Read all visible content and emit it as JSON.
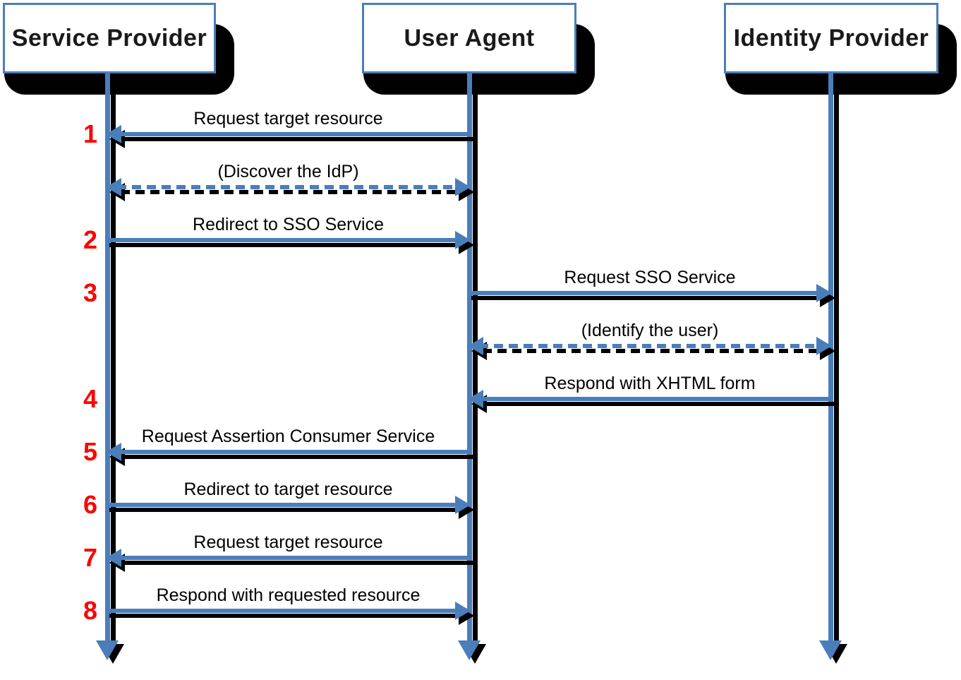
{
  "diagram": {
    "type": "sequence-diagram",
    "actors": [
      {
        "id": "sp",
        "label": "Service Provider"
      },
      {
        "id": "ua",
        "label": "User Agent"
      },
      {
        "id": "idp",
        "label": "Identity Provider"
      }
    ],
    "messages": [
      {
        "step": "1",
        "label": "Request target resource",
        "from": "ua",
        "to": "sp",
        "line": "solid",
        "bidirectional": false
      },
      {
        "step": "",
        "label": "(Discover the IdP)",
        "from": "sp",
        "to": "ua",
        "line": "dashed",
        "bidirectional": true
      },
      {
        "step": "2",
        "label": "Redirect to SSO Service",
        "from": "sp",
        "to": "ua",
        "line": "solid",
        "bidirectional": false
      },
      {
        "step": "3",
        "label": "Request SSO Service",
        "from": "ua",
        "to": "idp",
        "line": "solid",
        "bidirectional": false
      },
      {
        "step": "",
        "label": "(Identify the user)",
        "from": "ua",
        "to": "idp",
        "line": "dashed",
        "bidirectional": true
      },
      {
        "step": "4",
        "label": "Respond with XHTML form",
        "from": "idp",
        "to": "ua",
        "line": "solid",
        "bidirectional": false
      },
      {
        "step": "5",
        "label": "Request Assertion Consumer Service",
        "from": "ua",
        "to": "sp",
        "line": "solid",
        "bidirectional": false
      },
      {
        "step": "6",
        "label": "Redirect to target resource",
        "from": "sp",
        "to": "ua",
        "line": "solid",
        "bidirectional": false
      },
      {
        "step": "7",
        "label": "Request target resource",
        "from": "ua",
        "to": "sp",
        "line": "solid",
        "bidirectional": false
      },
      {
        "step": "8",
        "label": "Respond with requested resource",
        "from": "sp",
        "to": "ua",
        "line": "solid",
        "bidirectional": false
      }
    ],
    "colors": {
      "line_blue": "#4a7ebb",
      "step_red": "#ff0000",
      "shadow_black": "#000000",
      "box_fill": "#ffffff",
      "text_black": "#000000"
    }
  }
}
